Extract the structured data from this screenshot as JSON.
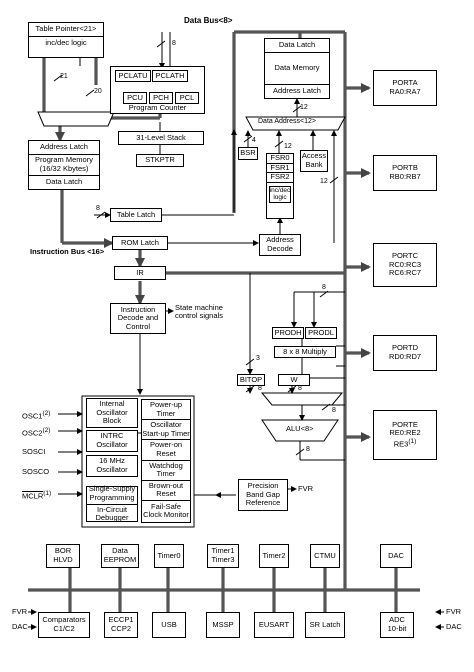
{
  "buses": {
    "data_bus": "Data Bus<8>",
    "instruction_bus": "Instruction Bus <16>",
    "data_address": "Data Address<12>"
  },
  "blocks": {
    "table_pointer": "Table Pointer<21>",
    "inc_dec_logic": "inc/dec logic",
    "pclatu": "PCLATU",
    "pclath": "PCLATH",
    "pcu": "PCU",
    "pch": "PCH",
    "pcl": "PCL",
    "program_counter": "Program Counter",
    "stack": "31-Level Stack",
    "stkptr": "STKPTR",
    "address_latch": "Address Latch",
    "program_memory": "Program Memory",
    "program_memory_size": "(16/32 Kbytes)",
    "data_latch": "Data Latch",
    "table_latch": "Table Latch",
    "rom_latch": "ROM Latch",
    "ir": "IR",
    "instr_decode_1": "Instruction",
    "instr_decode_2": "Decode and",
    "instr_decode_3": "Control",
    "state_machine_1": "State machine",
    "state_machine_2": "control signals",
    "dm_data_latch": "Data Latch",
    "data_memory": "Data Memory",
    "dm_address_latch": "Address Latch",
    "bsr": "BSR",
    "fsr0": "FSR0",
    "fsr1": "FSR1",
    "fsr2": "FSR2",
    "fsr_incdec_1": "inc/dec",
    "fsr_incdec_2": "logic",
    "access_bank_1": "Access",
    "access_bank_2": "Bank",
    "address_decode_1": "Address",
    "address_decode_2": "Decode",
    "prodh": "PRODH",
    "prodl": "PRODL",
    "multiply": "8 x 8 Multiply",
    "bitop": "BITOP",
    "w": "W",
    "alu": "ALU<8>",
    "int_osc_1": "Internal",
    "int_osc_2": "Oscillator",
    "int_osc_3": "Block",
    "intrc_1": "INTRC",
    "intrc_2": "Oscillator",
    "mhz_1": "16 MHz",
    "mhz_2": "Oscillator",
    "single_supply_1": "Single-Supply",
    "single_supply_2": "Programming",
    "icd_1": "In-Circuit",
    "icd_2": "Debugger",
    "pwr_timer_1": "Power-up",
    "pwr_timer_2": "Timer",
    "ost_1": "Oscillator",
    "ost_2": "Start-up Timer",
    "por_1": "Power-on",
    "por_2": "Reset",
    "wdt_1": "Watchdog",
    "wdt_2": "Timer",
    "bor_1": "Brown-out",
    "bor_2": "Reset",
    "fscm_1": "Fail-Safe",
    "fscm_2": "Clock Monitor",
    "bandgap_1": "Precision",
    "bandgap_2": "Band Gap",
    "bandgap_3": "Reference",
    "fvr": "FVR"
  },
  "bus_widths": {
    "w8_top": "8",
    "w21": "21",
    "w20": "20",
    "w12_a": "12",
    "w4": "4",
    "w12_b": "12",
    "w12_c": "12",
    "w8_table": "8",
    "w8_prod": "8",
    "w3": "3",
    "w8_bitop": "8",
    "w8_w": "8",
    "w8_alu_in": "8",
    "w8_alu_out": "8"
  },
  "pins": {
    "osc1": "OSC1",
    "osc1_note": "(2)",
    "osc2": "OSC2",
    "osc2_note": "(2)",
    "sosci": "SOSCI",
    "sosco": "SOSCO",
    "mclr": "MCLR",
    "mclr_note": "(1)"
  },
  "ports": [
    {
      "name": "PORTA",
      "pins": "RA0:RA7",
      "pins2": ""
    },
    {
      "name": "PORTB",
      "pins": "RB0:RB7",
      "pins2": ""
    },
    {
      "name": "PORTC",
      "pins": "RC0:RC3",
      "pins2": "RC6:RC7"
    },
    {
      "name": "PORTD",
      "pins": "RD0:RD7",
      "pins2": ""
    },
    {
      "name": "PORTE",
      "pins": "RE0:RE2",
      "pins2": "RE3",
      "pins2_note": "(1)"
    }
  ],
  "peripherals_top": {
    "bor_hlvd_1": "BOR",
    "bor_hlvd_2": "HLVD",
    "eeprom_1": "Data",
    "eeprom_2": "EEPROM",
    "timer0": "Timer0",
    "timer13_1": "Timer1",
    "timer13_2": "Timer3",
    "timer2": "Timer2",
    "ctmu": "CTMU",
    "dac": "DAC"
  },
  "peripherals_bottom": {
    "comparators_1": "Comparators",
    "comparators_2": "C1/C2",
    "eccp_1": "ECCP1",
    "eccp_2": "CCP2",
    "usb": "USB",
    "mssp": "MSSP",
    "eusart": "EUSART",
    "sr_latch": "SR Latch",
    "adc_1": "ADC",
    "adc_2": "10-bit"
  },
  "side_inputs": {
    "fvr_left": "FVR",
    "dac_left": "DAC",
    "fvr_right": "FVR",
    "dac_right": "DAC"
  }
}
